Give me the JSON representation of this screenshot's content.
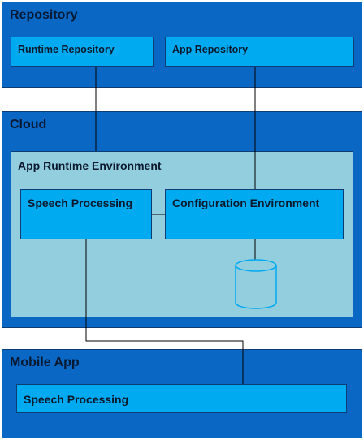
{
  "repository": {
    "title": "Repository",
    "runtime_repository": "Runtime Repository",
    "app_repository": "App Repository"
  },
  "cloud": {
    "title": "Cloud",
    "environment": {
      "title": "App Runtime Environment",
      "speech_processing": "Speech Processing",
      "configuration_environment": "Configuration Environment"
    }
  },
  "mobile_app": {
    "title": "Mobile App",
    "speech_processing": "Speech Processing"
  },
  "colors": {
    "panel": "#0a67c4",
    "box": "#00aaf0",
    "environment": "#93cede",
    "border": "#0d3d74",
    "database": "#00aaf0"
  }
}
